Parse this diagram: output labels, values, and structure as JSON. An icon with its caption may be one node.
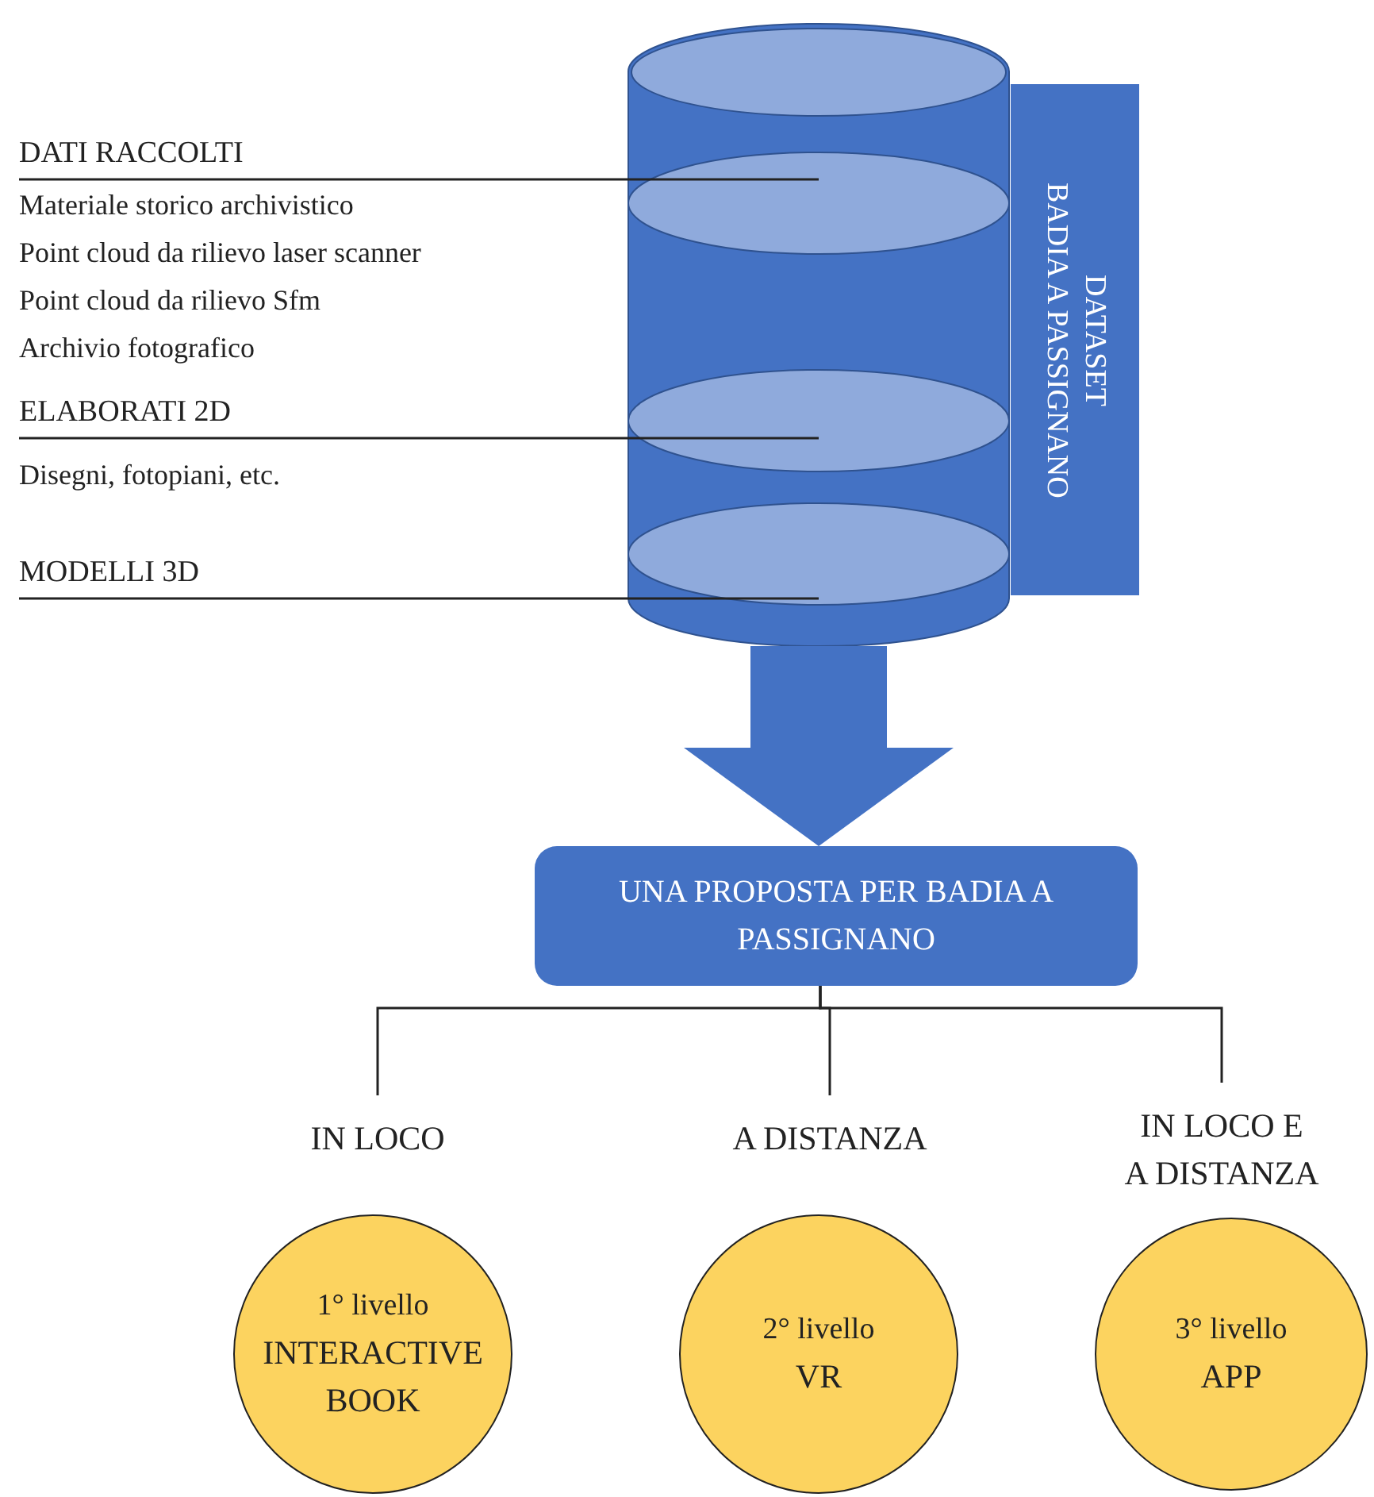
{
  "diagram": {
    "nodes": [
      {
        "text": [],
        "shape": "cylinder"
      },
      {
        "text": [],
        "shape": "ellipse",
        "in": 0
      },
      {
        "text": [],
        "shape": "ellipse",
        "in": 0
      },
      {
        "text": [],
        "shape": "ellipse",
        "in": 0
      },
      {
        "text": [],
        "shape": "ellipse",
        "in": 0
      },
      {
        "text": [
          "DATI RACCOLTI"
        ]
      },
      {
        "text": [
          "ELABORATI 2D"
        ]
      },
      {
        "text": [
          "MODELLI 3D"
        ]
      },
      {
        "text": [
          "DATASET",
          "BADIA A PASSIGNANO"
        ]
      },
      {
        "text": [
          "UNA PROPOSTA PER BADIA A PASSIGNANO"
        ]
      },
      {
        "text": [
          "IN LOCO"
        ]
      },
      {
        "text": [
          "A DISTANZA"
        ]
      },
      {
        "text": [
          "IN LOCO E A DISTANZA"
        ]
      },
      {
        "text": [
          "1° livello",
          "INTERACTIVE BOOK"
        ]
      },
      {
        "text": [
          "2° livello",
          "VR"
        ]
      },
      {
        "text": [
          "3° livello",
          "APP"
        ]
      }
    ],
    "edges": [
      {
        "from": 5,
        "to": 2,
        "arrow": "none"
      },
      {
        "from": 6,
        "to": 3,
        "arrow": "none"
      },
      {
        "from": 7,
        "to": 4,
        "arrow": "none"
      },
      {
        "from": 0,
        "to": 9,
        "arrow": "to",
        "style": "thick",
        "color": "#4472c4"
      },
      {
        "from": 9,
        "to": 10,
        "arrow": "none"
      },
      {
        "from": 9,
        "to": 11,
        "arrow": "none"
      },
      {
        "from": 9,
        "to": 12,
        "arrow": "none"
      }
    ],
    "labels": [
      "Materiale storico archivistico",
      "Point cloud da rilievo laser scanner",
      "Point cloud da rilievo Sfm",
      "Archivio fotografico",
      "Disegni, fotopiani, etc."
    ]
  }
}
